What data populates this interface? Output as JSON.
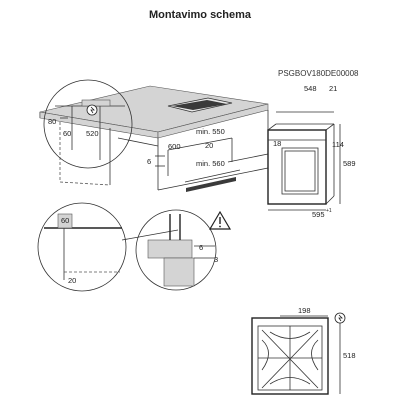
{
  "title": "Montavimo schema",
  "doc_code": "PSGBOV180DE00008",
  "dims": {
    "d80": "80",
    "d60a": "60",
    "d520": "520",
    "d600": "600",
    "min550": "min. 550",
    "d20a": "20",
    "min560": "min. 560",
    "d6a": "6",
    "d548": "548",
    "d21": "21",
    "d114": "114",
    "d18": "18",
    "d589": "589",
    "d595": "595",
    "d595_sup": "+1",
    "d60b": "60",
    "d20b": "20",
    "d6b": "6",
    "d3": "3",
    "d198": "198",
    "d518": "518"
  },
  "icons": [
    "plug-icon",
    "warning-icon",
    "plug-icon"
  ]
}
